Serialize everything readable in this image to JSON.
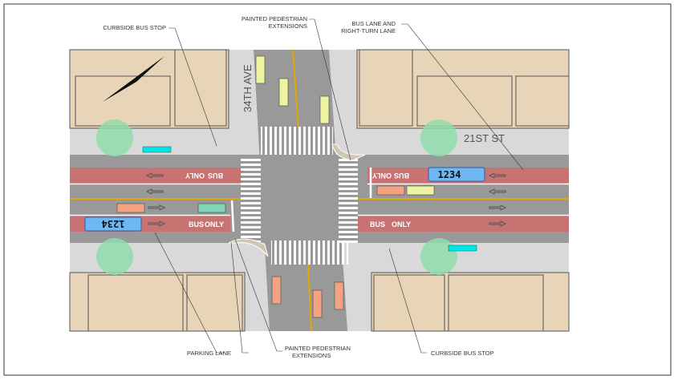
{
  "labels": {
    "curbside_top": "CURBSIDE BUS STOP",
    "painted_top_1": "PAINTED PEDESTRIAN",
    "painted_top_2": "EXTENSIONS",
    "buslane_1": "BUS LANE AND",
    "buslane_2": "RIGHT-TURN LANE",
    "parking": "PARKING LANE",
    "painted_bottom_1": "PAINTED PEDESTRIAN",
    "painted_bottom_2": "EXTENSIONS",
    "curbside_bottom": "CURBSIDE BUS STOP"
  },
  "streets": {
    "avenue": "34TH AVE",
    "street": "21ST ST"
  },
  "buses": {
    "east_bus": "1234",
    "west_bus": "1234"
  },
  "lane_markings": {
    "bus": "BUS",
    "only": "ONLY"
  },
  "colors": {
    "bus_lane": "#c97272",
    "road": "#999999",
    "sidewalk": "#d9d9d9",
    "block": "#e8d4b6",
    "center_line": "#e0a800",
    "bus": "#6fb7f2",
    "tree": "#8fdcaa"
  }
}
